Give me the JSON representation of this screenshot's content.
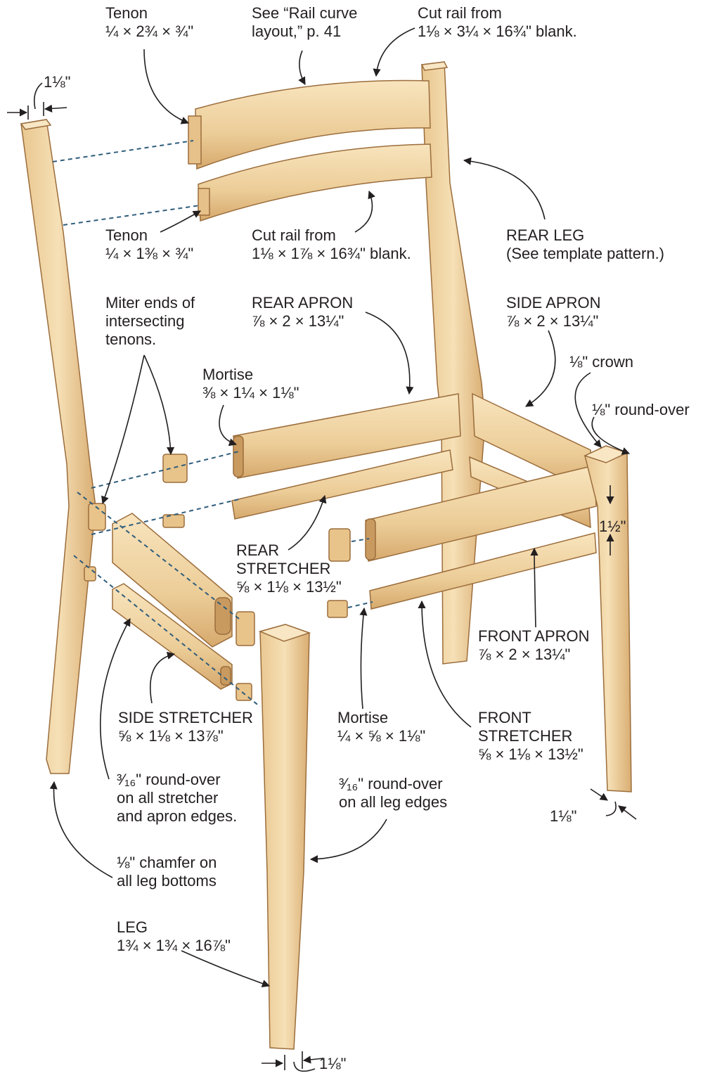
{
  "labels": {
    "tenon_upper": {
      "line1": "Tenon",
      "line2": "¼ × 2¾ × ¾\""
    },
    "rail_curve": {
      "line1": "See “Rail curve",
      "line2": "layout,” p. 41"
    },
    "cut_rail_top": {
      "line1": "Cut rail from",
      "line2": "1⅛ × 3¼ × 16¾\" blank."
    },
    "dim_top_left": {
      "line1": "1⅛\""
    },
    "tenon_lower": {
      "line1": "Tenon",
      "line2": "¼ × 1⅜ × ¾\""
    },
    "cut_rail_bottom": {
      "line1": "Cut rail from",
      "line2": "1⅛ × 1⅞ × 16¾\" blank."
    },
    "rear_leg": {
      "line1": "REAR LEG",
      "line2": "(See template pattern.)"
    },
    "miter_ends": {
      "line1": "Miter ends of",
      "line2": "intersecting",
      "line3": "tenons."
    },
    "rear_apron": {
      "line1": "REAR APRON",
      "line2": "⅞ × 2 × 13¼\""
    },
    "side_apron": {
      "line1": "SIDE APRON",
      "line2": "⅞ × 2 × 13¼\""
    },
    "crown": {
      "line1": "⅛\" crown"
    },
    "roundover_18": {
      "line1": "⅛\" round-over"
    },
    "mortise_upper": {
      "line1": "Mortise",
      "line2": "⅜ × 1¼ × 1⅛\""
    },
    "dim_apron_height": {
      "line1": "1½\""
    },
    "rear_stretcher": {
      "line1": "REAR",
      "line2": "STRETCHER",
      "line3": "⅝ × 1⅛ × 13½\""
    },
    "front_apron": {
      "line1": "FRONT APRON",
      "line2": "⅞ × 2 × 13¼\""
    },
    "side_stretcher": {
      "line1": "SIDE STRETCHER",
      "line2": "⅝ × 1⅛ × 13⅞\""
    },
    "mortise_lower": {
      "line1": "Mortise",
      "line2": "¼ × ⅝ × 1⅛\""
    },
    "front_stretcher": {
      "line1": "FRONT",
      "line2": "STRETCHER",
      "line3": "⅝ × 1⅛ × 13½\""
    },
    "roundover_stretcher": {
      "line1": "³⁄₁₆\" round-over",
      "line2": "on all stretcher",
      "line3": "and apron edges."
    },
    "roundover_leg": {
      "line1": "³⁄₁₆\" round-over",
      "line2": "on all leg edges"
    },
    "dim_front_leg": {
      "line1": "1⅛\""
    },
    "chamfer": {
      "line1": "⅛\" chamfer on",
      "line2": "all leg bottoms"
    },
    "leg": {
      "line1": "LEG",
      "line2": "1¾ × 1¾ × 16⅞\""
    },
    "dim_bottom": {
      "line1": "1⅛\""
    }
  },
  "colors": {
    "wood_light": "#f2d9aa",
    "wood_mid": "#e5bf84",
    "wood_dark": "#c99a5f",
    "outline": "#9b6d3c",
    "leader": "#231f20",
    "dashed": "#2f5d7c",
    "text": "#231f20"
  }
}
